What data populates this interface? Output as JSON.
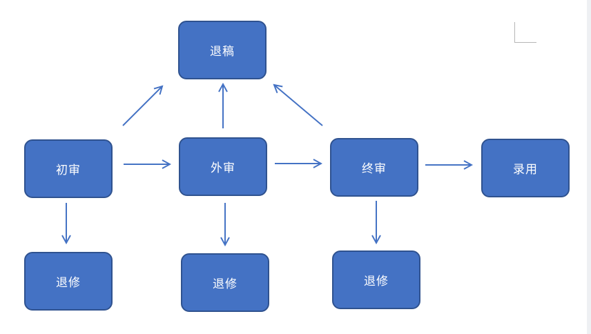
{
  "diagram": {
    "colors": {
      "node_fill": "#4472c4",
      "node_border": "#2f528f",
      "node_text": "#ffffff",
      "arrow": "#4472c4"
    },
    "nodes": {
      "retract": "退稿",
      "initial_review": "初审",
      "external_review": "外审",
      "final_review": "终审",
      "accept": "录用",
      "revise_1": "退修",
      "revise_2": "退修",
      "revise_3": "退修"
    }
  }
}
